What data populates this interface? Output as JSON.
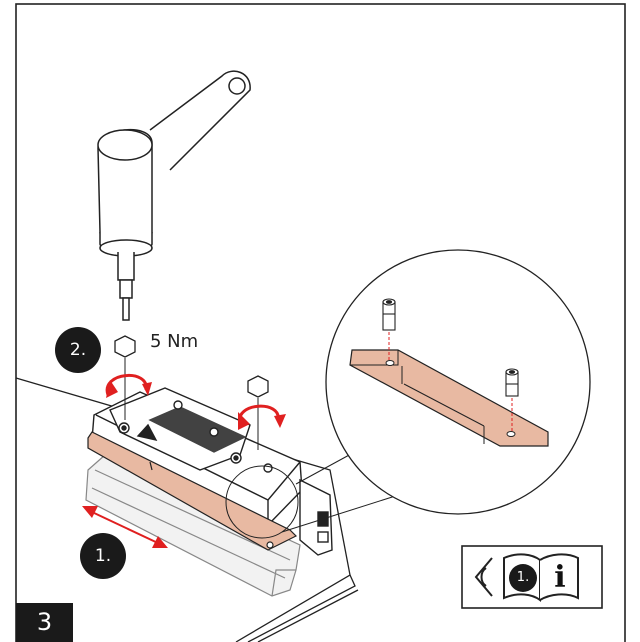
{
  "steps": {
    "step1": "1.",
    "step2": "2."
  },
  "torque_label": "5 Nm",
  "page_number": "3",
  "manual_ref": {
    "step_ref": "1.",
    "info_glyph": "i"
  },
  "icons": [
    "torque-wrench-icon",
    "hex-screw-icon",
    "rotate-arrow-icon",
    "double-arrow-icon",
    "eye-icon",
    "manual-book-icon",
    "info-icon"
  ],
  "colors": {
    "accent": "#e02020",
    "copper": "#e8b9a2",
    "outline": "#222222",
    "badge": "#1a1a1a"
  }
}
